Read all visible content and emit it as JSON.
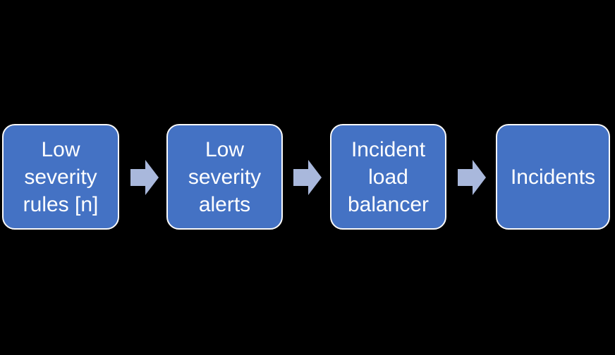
{
  "diagram": {
    "type": "process-flow",
    "direction": "left-to-right",
    "background_color": "#000000",
    "node_fill_color": "#4472C4",
    "node_border_color": "#FAFAFA",
    "node_text_color": "#FFFFFF",
    "arrow_color": "#A9B8DC",
    "nodes": [
      {
        "id": "low-severity-rules",
        "label": "Low\nseverity\nrules [n]"
      },
      {
        "id": "low-severity-alerts",
        "label": "Low\nseverity\nalerts"
      },
      {
        "id": "incident-load-balancer",
        "label": "Incident\nload\nbalancer"
      },
      {
        "id": "incidents",
        "label": "Incidents"
      }
    ],
    "connections": [
      {
        "from": "low-severity-rules",
        "to": "low-severity-alerts"
      },
      {
        "from": "low-severity-alerts",
        "to": "incident-load-balancer"
      },
      {
        "from": "incident-load-balancer",
        "to": "incidents"
      }
    ]
  }
}
